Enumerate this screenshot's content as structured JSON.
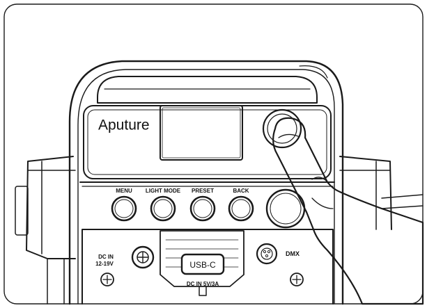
{
  "brand": "Aputure",
  "buttons": [
    {
      "label": "MENU"
    },
    {
      "label": "LIGHT MODE"
    },
    {
      "label": "PRESET"
    },
    {
      "label": "BACK"
    }
  ],
  "ports": {
    "dc_in_line1": "DC IN",
    "dc_in_line2": "12-19V",
    "usb": "USB-C",
    "usb_rating": "DC IN 5V/3A",
    "dmx": "DMX"
  },
  "colors": {
    "line": "#1a1a1a",
    "background": "#ffffff",
    "shade": "#d9d9d9"
  },
  "icons": {
    "knob": "rotary-knob-icon",
    "finger": "pointing-finger-icon",
    "screw": "screw-icon"
  }
}
